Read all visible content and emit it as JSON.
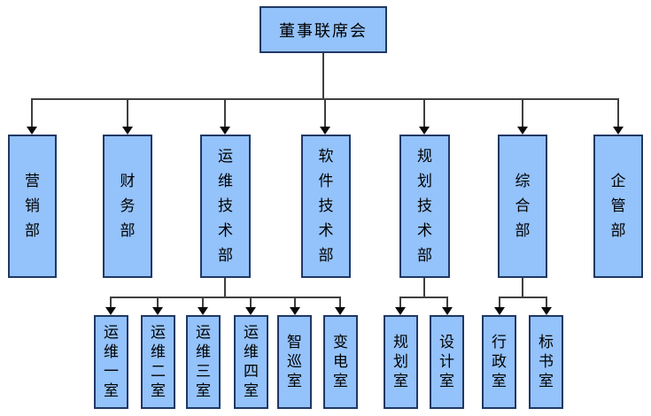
{
  "org_chart": {
    "type": "org-tree-diagram",
    "root": {
      "label": "董事联席会"
    },
    "departments": [
      {
        "name": "营销部",
        "offices": []
      },
      {
        "name": "财务部",
        "offices": []
      },
      {
        "name": "运维技术部",
        "offices": [
          "运维一室",
          "运维二室",
          "运维三室",
          "运维四室",
          "智巡室",
          "变电室"
        ]
      },
      {
        "name": "软件技术部",
        "offices": []
      },
      {
        "name": "规划技术部",
        "offices": [
          "规划室",
          "设计室"
        ]
      },
      {
        "name": "综合部",
        "offices": [
          "行政室",
          "标书室"
        ]
      },
      {
        "name": "企管部",
        "offices": []
      }
    ]
  },
  "colors": {
    "node_fill": "#94C2FA",
    "node_border": "#1F3864",
    "connector_line": "#3F3F3F",
    "arrowhead": "#0A0A0A",
    "text": "#000000",
    "background": "#FFFFFF"
  }
}
